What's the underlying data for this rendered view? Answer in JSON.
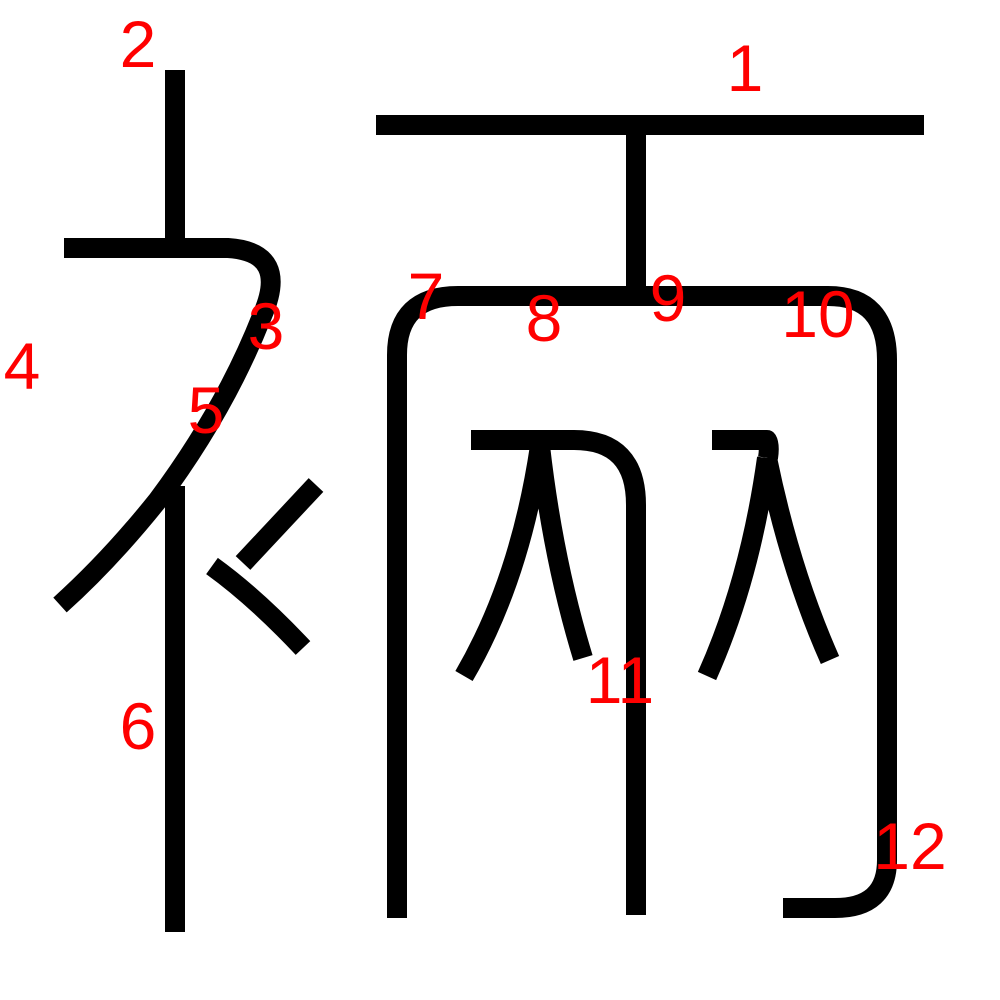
{
  "diagram": {
    "stroke_color": "#000000",
    "label_color": "#ff0000",
    "stroke_numbers": [
      "1",
      "2",
      "3",
      "4",
      "5",
      "6",
      "7",
      "8",
      "9",
      "10",
      "11",
      "12"
    ]
  }
}
